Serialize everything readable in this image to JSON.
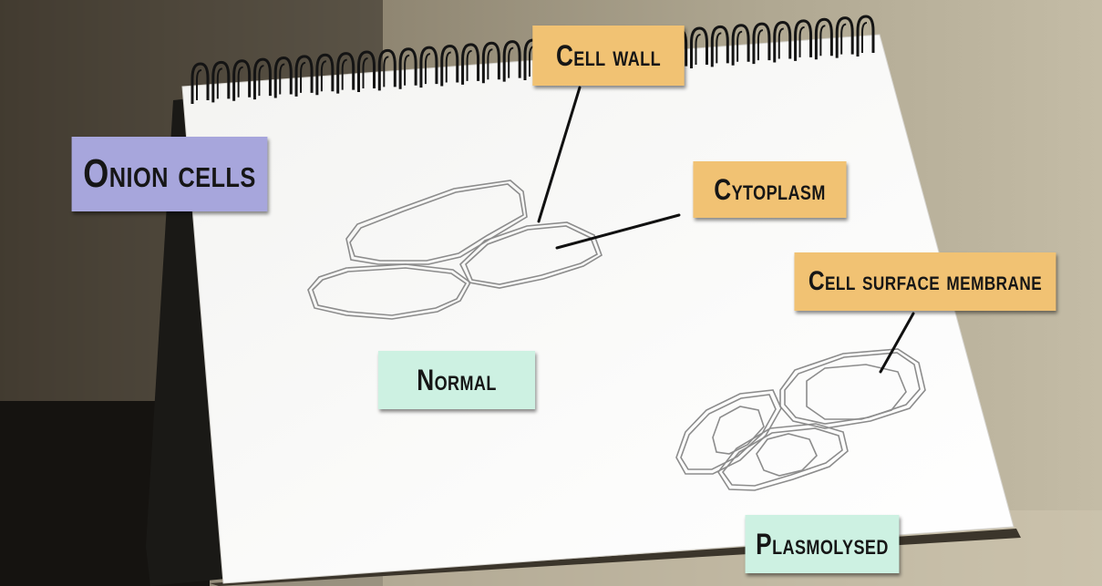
{
  "labels": {
    "title": "Onion cells",
    "cell_wall": "Cell wall",
    "cytoplasm": "Cytoplasm",
    "cell_surface_membrane": "Cell surface membrane",
    "normal": "Normal",
    "plasmolysed": "Plasmolysed"
  },
  "colors": {
    "title_bg": "#a7a6dc",
    "structure_bg": "#f1c273",
    "state_bg": "#cdf1e2",
    "paper": "#fafaf8",
    "outline": "#8a8a8a",
    "pointer": "#111111"
  }
}
